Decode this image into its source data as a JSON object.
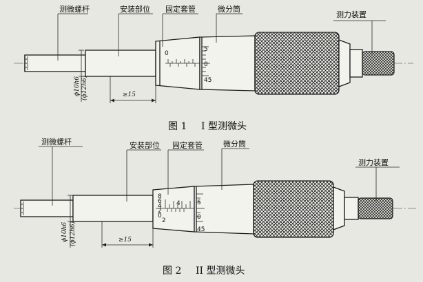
{
  "figure1": {
    "caption_num": "图 1",
    "caption_text": "I 型测微头",
    "labels": {
      "spindle": "测微螺杆",
      "mount": "安装部位",
      "sleeve": "固定套管",
      "thimble": "微分筒",
      "ratchet": "测力装置"
    },
    "scale": {
      "sleeve_zero": "0",
      "thimble_top": "5",
      "thimble_mid": "0",
      "thimble_low": "45"
    },
    "dims": {
      "d1": "ϕ10h6",
      "d2": "(ϕ12h6)",
      "len": "≥15"
    }
  },
  "figure2": {
    "caption_num": "图 2",
    "caption_text": "II 型测微头",
    "labels": {
      "spindle": "测微螺杆",
      "mount": "安装部位",
      "sleeve": "固定套管",
      "thimble": "微分筒",
      "ratchet": "测力装置"
    },
    "scale": {
      "sleeve_a": "8",
      "sleeve_b": "6",
      "sleeve_c": "4",
      "sleeve_d": "2",
      "sleeve_e": "0",
      "sleeve_f": "2",
      "sleeve_g": "4",
      "thimble_top": "5",
      "thimble_mid": "0",
      "thimble_low": "45"
    },
    "dims": {
      "d1": "ϕ10h6",
      "d2": "(ϕ12h6)",
      "len": "≥15"
    }
  }
}
